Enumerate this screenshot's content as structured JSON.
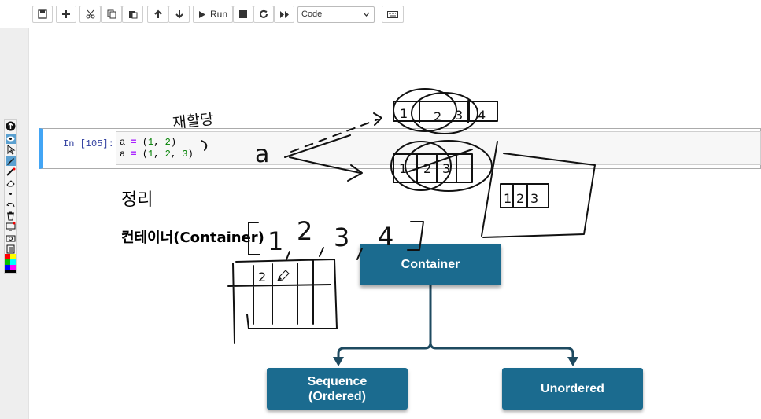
{
  "toolbar": {
    "run_label": "Run",
    "cell_type": "Code",
    "buttons": [
      "save-icon",
      "plus-icon",
      "cut-icon",
      "copy-icon",
      "paste-icon",
      "arrow-up-icon",
      "arrow-down-icon",
      "run-icon",
      "stop-icon",
      "restart-icon",
      "fast-forward-icon",
      "keyboard-icon"
    ]
  },
  "cell": {
    "prompt": "In [105]:",
    "lines": [
      {
        "var": "a",
        "op": "=",
        "open": "(",
        "nums": [
          "1",
          "2"
        ],
        "close": ")"
      },
      {
        "var": "a",
        "op": "=",
        "open": "(",
        "nums": [
          "1",
          "2",
          "3"
        ],
        "close": ")"
      }
    ]
  },
  "markdown": {
    "heading": "정리",
    "subheading": "컨테이너(Container)"
  },
  "diagram": {
    "root": "Container",
    "left_child_line1": "Sequence",
    "left_child_line2": "(Ordered)",
    "right_child": "Unordered",
    "box_color": "#1b6b8f"
  },
  "annotations": {
    "realloc_note": "재할당",
    "var_label": "a",
    "tuple_a": [
      "1",
      "2",
      "3",
      "4"
    ],
    "tuple_b": [
      "1",
      "2",
      "3"
    ],
    "tuple_c": [
      "1",
      "2",
      "3"
    ],
    "bracket_list": [
      "1",
      "2",
      "3",
      "4"
    ],
    "grid_cell": "2"
  },
  "palette": {
    "colors": [
      "#ff0000",
      "#ffff00",
      "#00c000",
      "#00ffff",
      "#0000ff",
      "#ff00ff",
      "#000000"
    ]
  }
}
